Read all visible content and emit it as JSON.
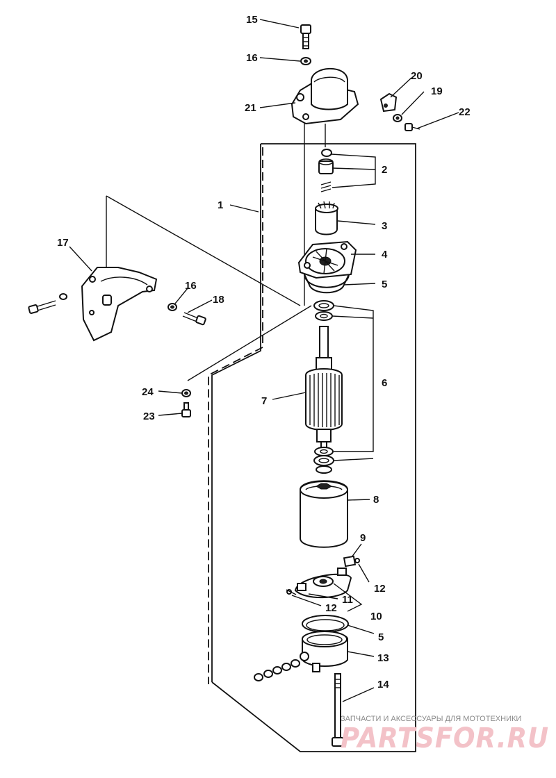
{
  "callouts": {
    "c1": "1",
    "c2": "2",
    "c3": "3",
    "c4": "4",
    "c5a": "5",
    "c5b": "5",
    "c6": "6",
    "c7": "7",
    "c8": "8",
    "c9": "9",
    "c10": "10",
    "c11": "11",
    "c12a": "12",
    "c12b": "12",
    "c13": "13",
    "c14": "14",
    "c15": "15",
    "c16a": "16",
    "c16b": "16",
    "c17": "17",
    "c18": "18",
    "c19": "19",
    "c20": "20",
    "c21": "21",
    "c22": "22",
    "c23": "23",
    "c24": "24"
  },
  "watermark": {
    "caption": "ЗАПЧАСТИ И АКСЕССУАРЫ ДЛЯ МОТОТЕХНИКИ",
    "logo": "PARTSFOR.RU"
  }
}
